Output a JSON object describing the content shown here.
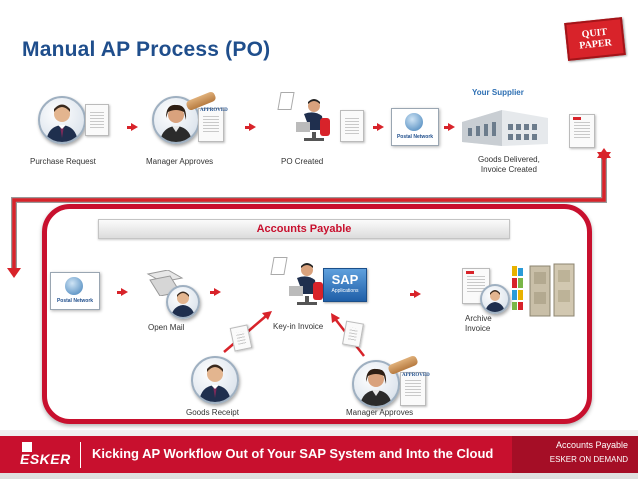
{
  "title": "Manual AP Process (PO)",
  "logo_quit_paper": "QUIT PAPER",
  "top_row": {
    "purchase_request": "Purchase Request",
    "manager_approves": "Manager Approves",
    "approved_stamp": "APPROVED",
    "po_created": "PO Created",
    "postal_network": "Postal Network",
    "your_supplier": "Your Supplier",
    "goods_delivered_line1": "Goods Delivered,",
    "goods_delivered_line2": "Invoice Created"
  },
  "ap_box": {
    "header": "Accounts Payable",
    "postal_network": "Postal Network",
    "open_mail": "Open Mail",
    "keyin_invoice": "Key-in Invoice",
    "sap_label": "SAP",
    "sap_sub": "Applications",
    "archive_line1": "Archive",
    "archive_line2": "Invoice",
    "goods_receipt": "Goods Receipt",
    "manager_approves": "Manager Approves",
    "approved_stamp": "APPROVED"
  },
  "footer": {
    "brand": "ESKER",
    "tagline": "Kicking AP Workflow Out of Your SAP System and Into the Cloud",
    "right_line1": "Accounts Payable",
    "right_line2": "ESKER ON DEMAND"
  },
  "colors": {
    "accent_red": "#d8232a",
    "title_blue": "#1f4e8c",
    "footer_red": "#c8102e"
  }
}
